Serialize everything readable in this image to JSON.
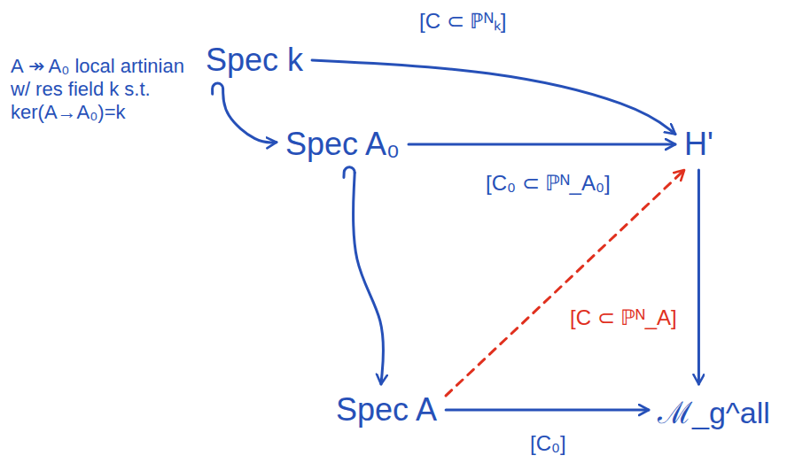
{
  "diagram": {
    "nodes": [
      {
        "text": [
          "Spec k"
        ]
      },
      {
        "text": [
          "Spec A₀"
        ]
      },
      {
        "text": [
          "H'"
        ]
      },
      {
        "text": [
          "Spec A"
        ]
      },
      {
        "text": [
          "ℳ_g^all"
        ]
      }
    ],
    "edges": [
      {
        "from": 0,
        "to": 2,
        "arrow": "to",
        "label": "[C ⊂ ℙᴺₖ]"
      },
      {
        "from": 0,
        "to": 1,
        "arrow": "to"
      },
      {
        "from": 1,
        "to": 2,
        "arrow": "to",
        "label": "[C₀ ⊂ ℙᴺ_A₀]"
      },
      {
        "from": 1,
        "to": 3,
        "arrow": "to"
      },
      {
        "from": 3,
        "to": 4,
        "arrow": "to",
        "label": "[C₀]"
      },
      {
        "from": 2,
        "to": 4,
        "arrow": "to"
      },
      {
        "from": 3,
        "to": 2,
        "arrow": "to",
        "label": "[C ⊂ ℙᴺ_A]"
      }
    ],
    "labels": [
      "A ↠ A₀ local artinian w/ res field k s.t. ker(A→A₀)=k"
    ]
  }
}
